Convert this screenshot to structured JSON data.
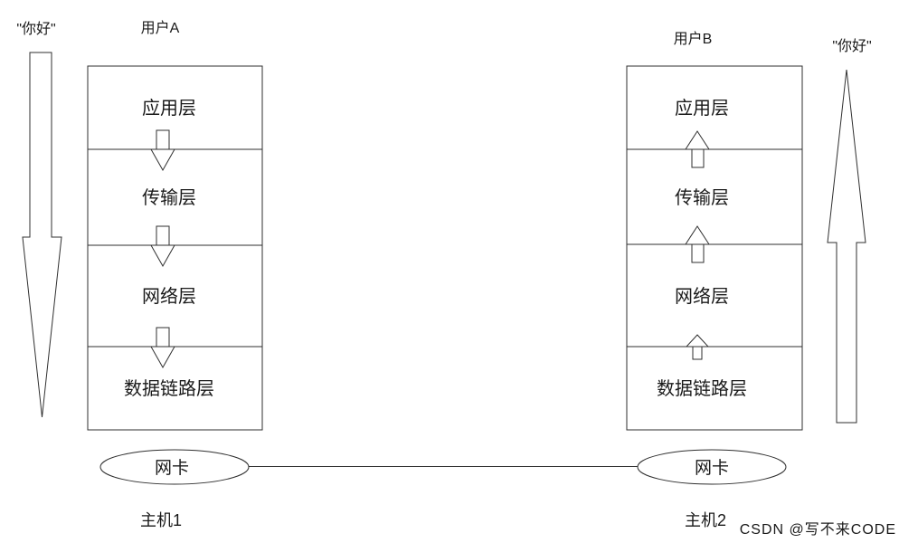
{
  "colors": {
    "background": "#ffffff",
    "ink": "#2f2f2f",
    "text": "#1a1a1a",
    "watermark": "#c9c9c9"
  },
  "left_host": {
    "user_label": "用户A",
    "message": "\"你好\"",
    "layers": [
      "应用层",
      "传输层",
      "网络层",
      "数据链路层"
    ],
    "nic_label": "网卡",
    "host_label": "主机1",
    "flow_direction": "down"
  },
  "right_host": {
    "user_label": "用户B",
    "message": "\"你好\"",
    "layers": [
      "应用层",
      "传输层",
      "网络层",
      "数据链路层"
    ],
    "nic_label": "网卡",
    "host_label": "主机2",
    "flow_direction": "up"
  },
  "watermark": "CSDN @写不来CODE"
}
